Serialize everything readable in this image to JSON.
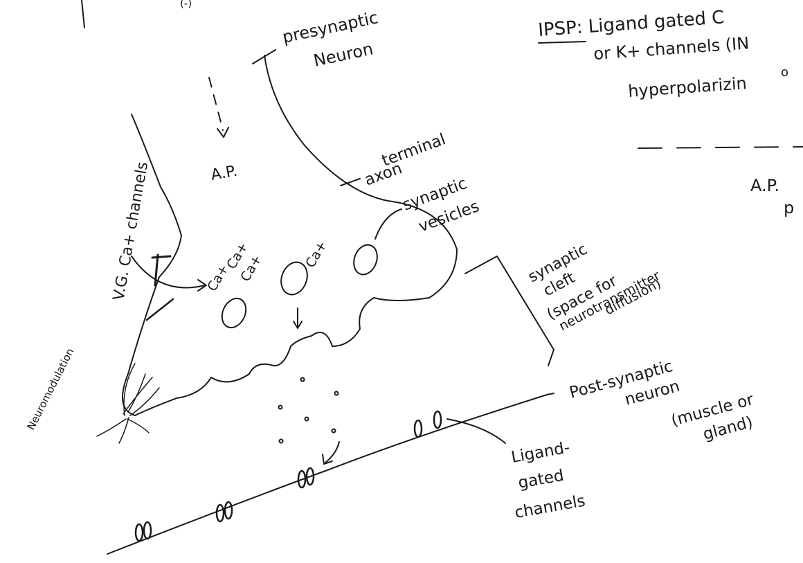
{
  "labels": {
    "corner_mark": "(-)",
    "presynaptic_line1": "presynaptic",
    "presynaptic_line2": "Neuron",
    "action_potential": "A.P.",
    "axon_terminal_line1": "axon",
    "axon_terminal_line2": "terminal",
    "synaptic_vesicles_line1": "synaptic",
    "synaptic_vesicles_line2": "vesicles",
    "vg_channels": "V.G. Ca+ channels",
    "ca_1": "Ca+",
    "ca_2": "Ca+",
    "ca_3": "Ca+",
    "ca_4": "Ca+",
    "neuromodulation": "Neuromodulation",
    "cleft_line1": "synaptic",
    "cleft_line2": "cleft",
    "cleft_line3": "(space for",
    "cleft_line4": "neurotransmitter",
    "cleft_line5": "diffusion)",
    "postsyn_line1": "Post-synaptic",
    "postsyn_line2": "neuron",
    "postsyn_line3": "(muscle or",
    "postsyn_line4": "gland)",
    "ligand_line1": "Ligand-",
    "ligand_line2": "gated",
    "ligand_line3": "channels",
    "ipsp_line1": "IPSP: Ligand gated C",
    "ipsp_line2": "or K+ channels (IN",
    "ipsp_line3": "o",
    "ipsp_line4": "hyperpolarizin",
    "ap_right_1": "A.P.",
    "ap_right_2": "p"
  }
}
